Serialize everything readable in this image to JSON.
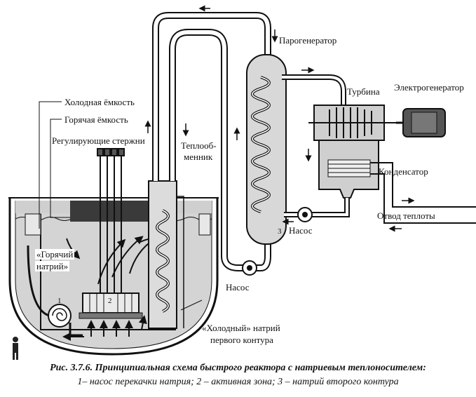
{
  "labels": {
    "cold_tank": "Холодная ёмкость",
    "hot_tank": "Горячая ёмкость",
    "control_rods": "Регулирующие стержни",
    "heat_exchanger_line1": "Теплооб-",
    "heat_exchanger_line2": "менник",
    "steam_generator": "Парогенератор",
    "turbine": "Турбина",
    "generator": "Электрогенератор",
    "condenser": "Конденсатор",
    "heat_removal": "Отвод теплоты",
    "pump_right": "Насос",
    "pump_bottom": "Насос",
    "hot_sodium_line1": "«Горячий",
    "hot_sodium_line2": "натрий»",
    "cold_sodium_line1": "«Холодный» натрий",
    "cold_sodium_line2": "первого контура"
  },
  "markers": {
    "one": "1",
    "two": "2",
    "three": "3"
  },
  "caption": {
    "line1": "Рис. 3.7.6. Принципиальная схема быстрого реактора с натриевым теплоносителем:",
    "line2": "1– насос перекачки натрия; 2 –  активная зона; 3 – натрий второго контура"
  },
  "colors": {
    "ink": "#111111",
    "sodium_fill": "#c9c9c9",
    "dark_layer": "#3a3a3a",
    "paper": "#ffffff"
  }
}
